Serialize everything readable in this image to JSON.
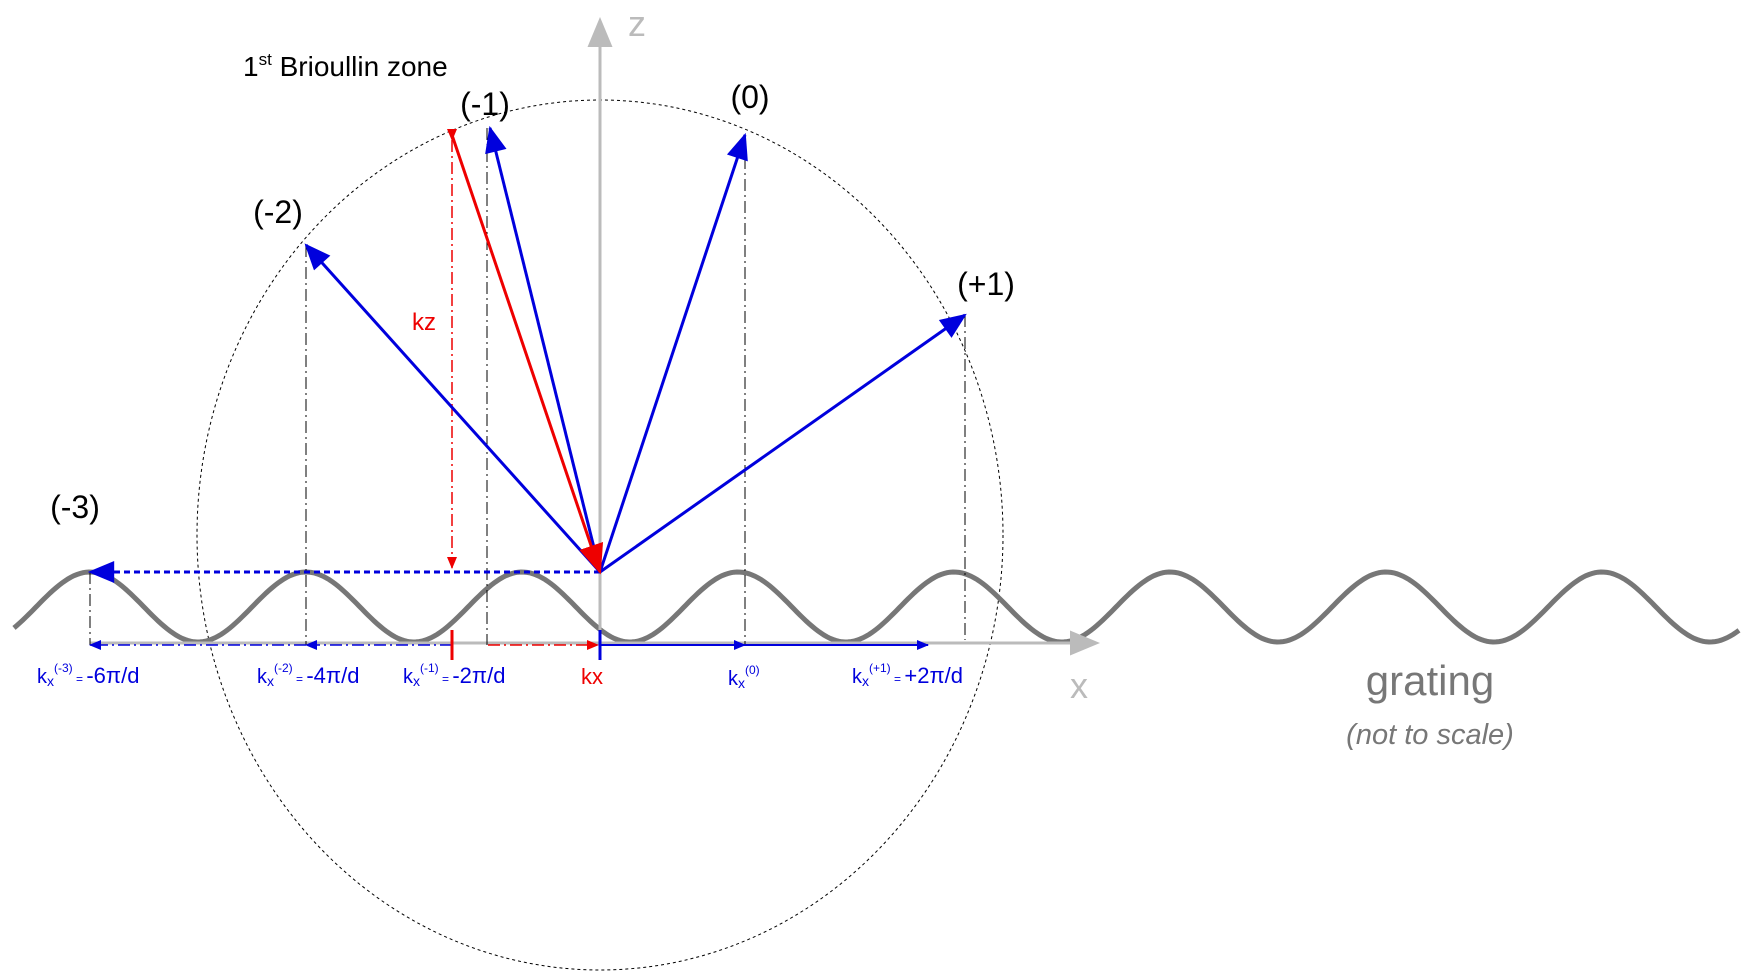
{
  "diagram": {
    "colors": {
      "background": "#ffffff",
      "axis": "#bbbbbb",
      "grating": "#777777",
      "diffracted": "#0000dd",
      "incident": "#ee0000",
      "guide": "#000000"
    },
    "axes": {
      "x_label": "x",
      "z_label": "z"
    },
    "zone_label": {
      "main": "1",
      "sup": "st",
      "rest": " Brioullin zone"
    },
    "orders": [
      {
        "id": "m3",
        "label": "(-3)"
      },
      {
        "id": "m2",
        "label": "(-2)"
      },
      {
        "id": "m1",
        "label": "(-1)"
      },
      {
        "id": "z0",
        "label": "(0)"
      },
      {
        "id": "p1",
        "label": "(+1)"
      }
    ],
    "incident_labels": {
      "kz": "kz",
      "kx": "kx"
    },
    "kx_labels": [
      {
        "id": "m3",
        "base": "k",
        "sub": "x",
        "sup": "(-3)",
        "eq": " = ",
        "value": "-6π/d"
      },
      {
        "id": "m2",
        "base": "k",
        "sub": "x",
        "sup": "(-2)",
        "eq": " = ",
        "value": "-4π/d"
      },
      {
        "id": "m1",
        "base": "k",
        "sub": "x",
        "sup": "(-1)",
        "eq": " = ",
        "value": "-2π/d"
      },
      {
        "id": "z0",
        "base": "k",
        "sub": "x",
        "sup": "(0)",
        "eq": "",
        "value": ""
      },
      {
        "id": "p1",
        "base": "k",
        "sub": "x",
        "sup": "(+1)",
        "eq": " = ",
        "value": "+2π/d"
      }
    ],
    "grating_label": "grating",
    "scale_note": "(not to scale)"
  }
}
